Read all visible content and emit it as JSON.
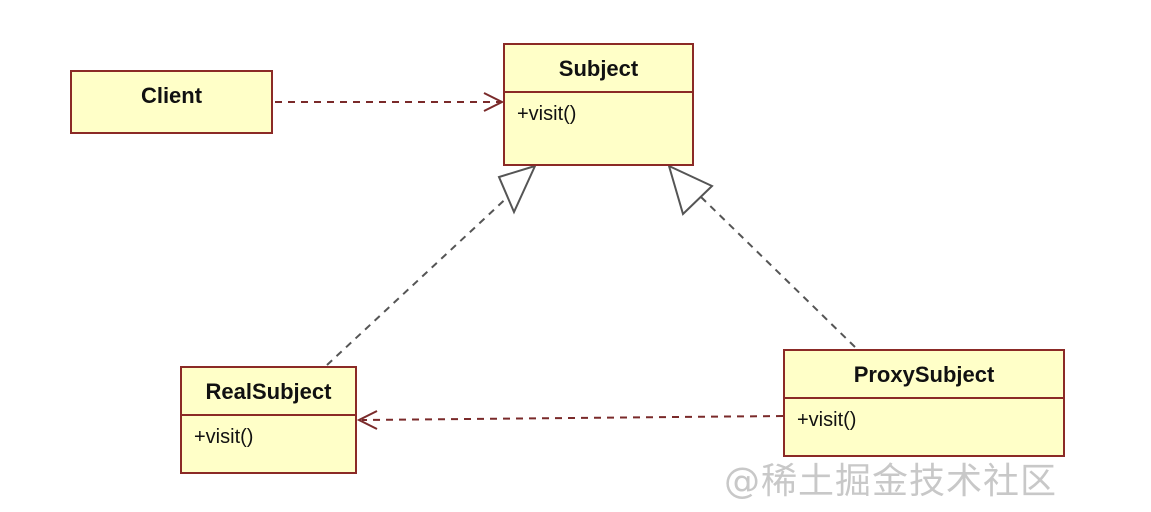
{
  "classes": {
    "client": {
      "name": "Client"
    },
    "subject": {
      "name": "Subject",
      "members": [
        "+visit()"
      ]
    },
    "real_subject": {
      "name": "RealSubject",
      "members": [
        "+visit()"
      ]
    },
    "proxy_subject": {
      "name": "ProxySubject",
      "members": [
        "+visit()"
      ]
    }
  },
  "relationships": [
    {
      "from": "Client",
      "to": "Subject",
      "kind": "dependency"
    },
    {
      "from": "RealSubject",
      "to": "Subject",
      "kind": "realization"
    },
    {
      "from": "ProxySubject",
      "to": "Subject",
      "kind": "realization"
    },
    {
      "from": "ProxySubject",
      "to": "RealSubject",
      "kind": "dependency"
    }
  ],
  "watermark": "@稀土掘金技术社区",
  "colors": {
    "class_fill": "#ffffc8",
    "class_border": "#8b2a26",
    "line": "#7a2a2a",
    "watermark": "#c8c8c8"
  }
}
